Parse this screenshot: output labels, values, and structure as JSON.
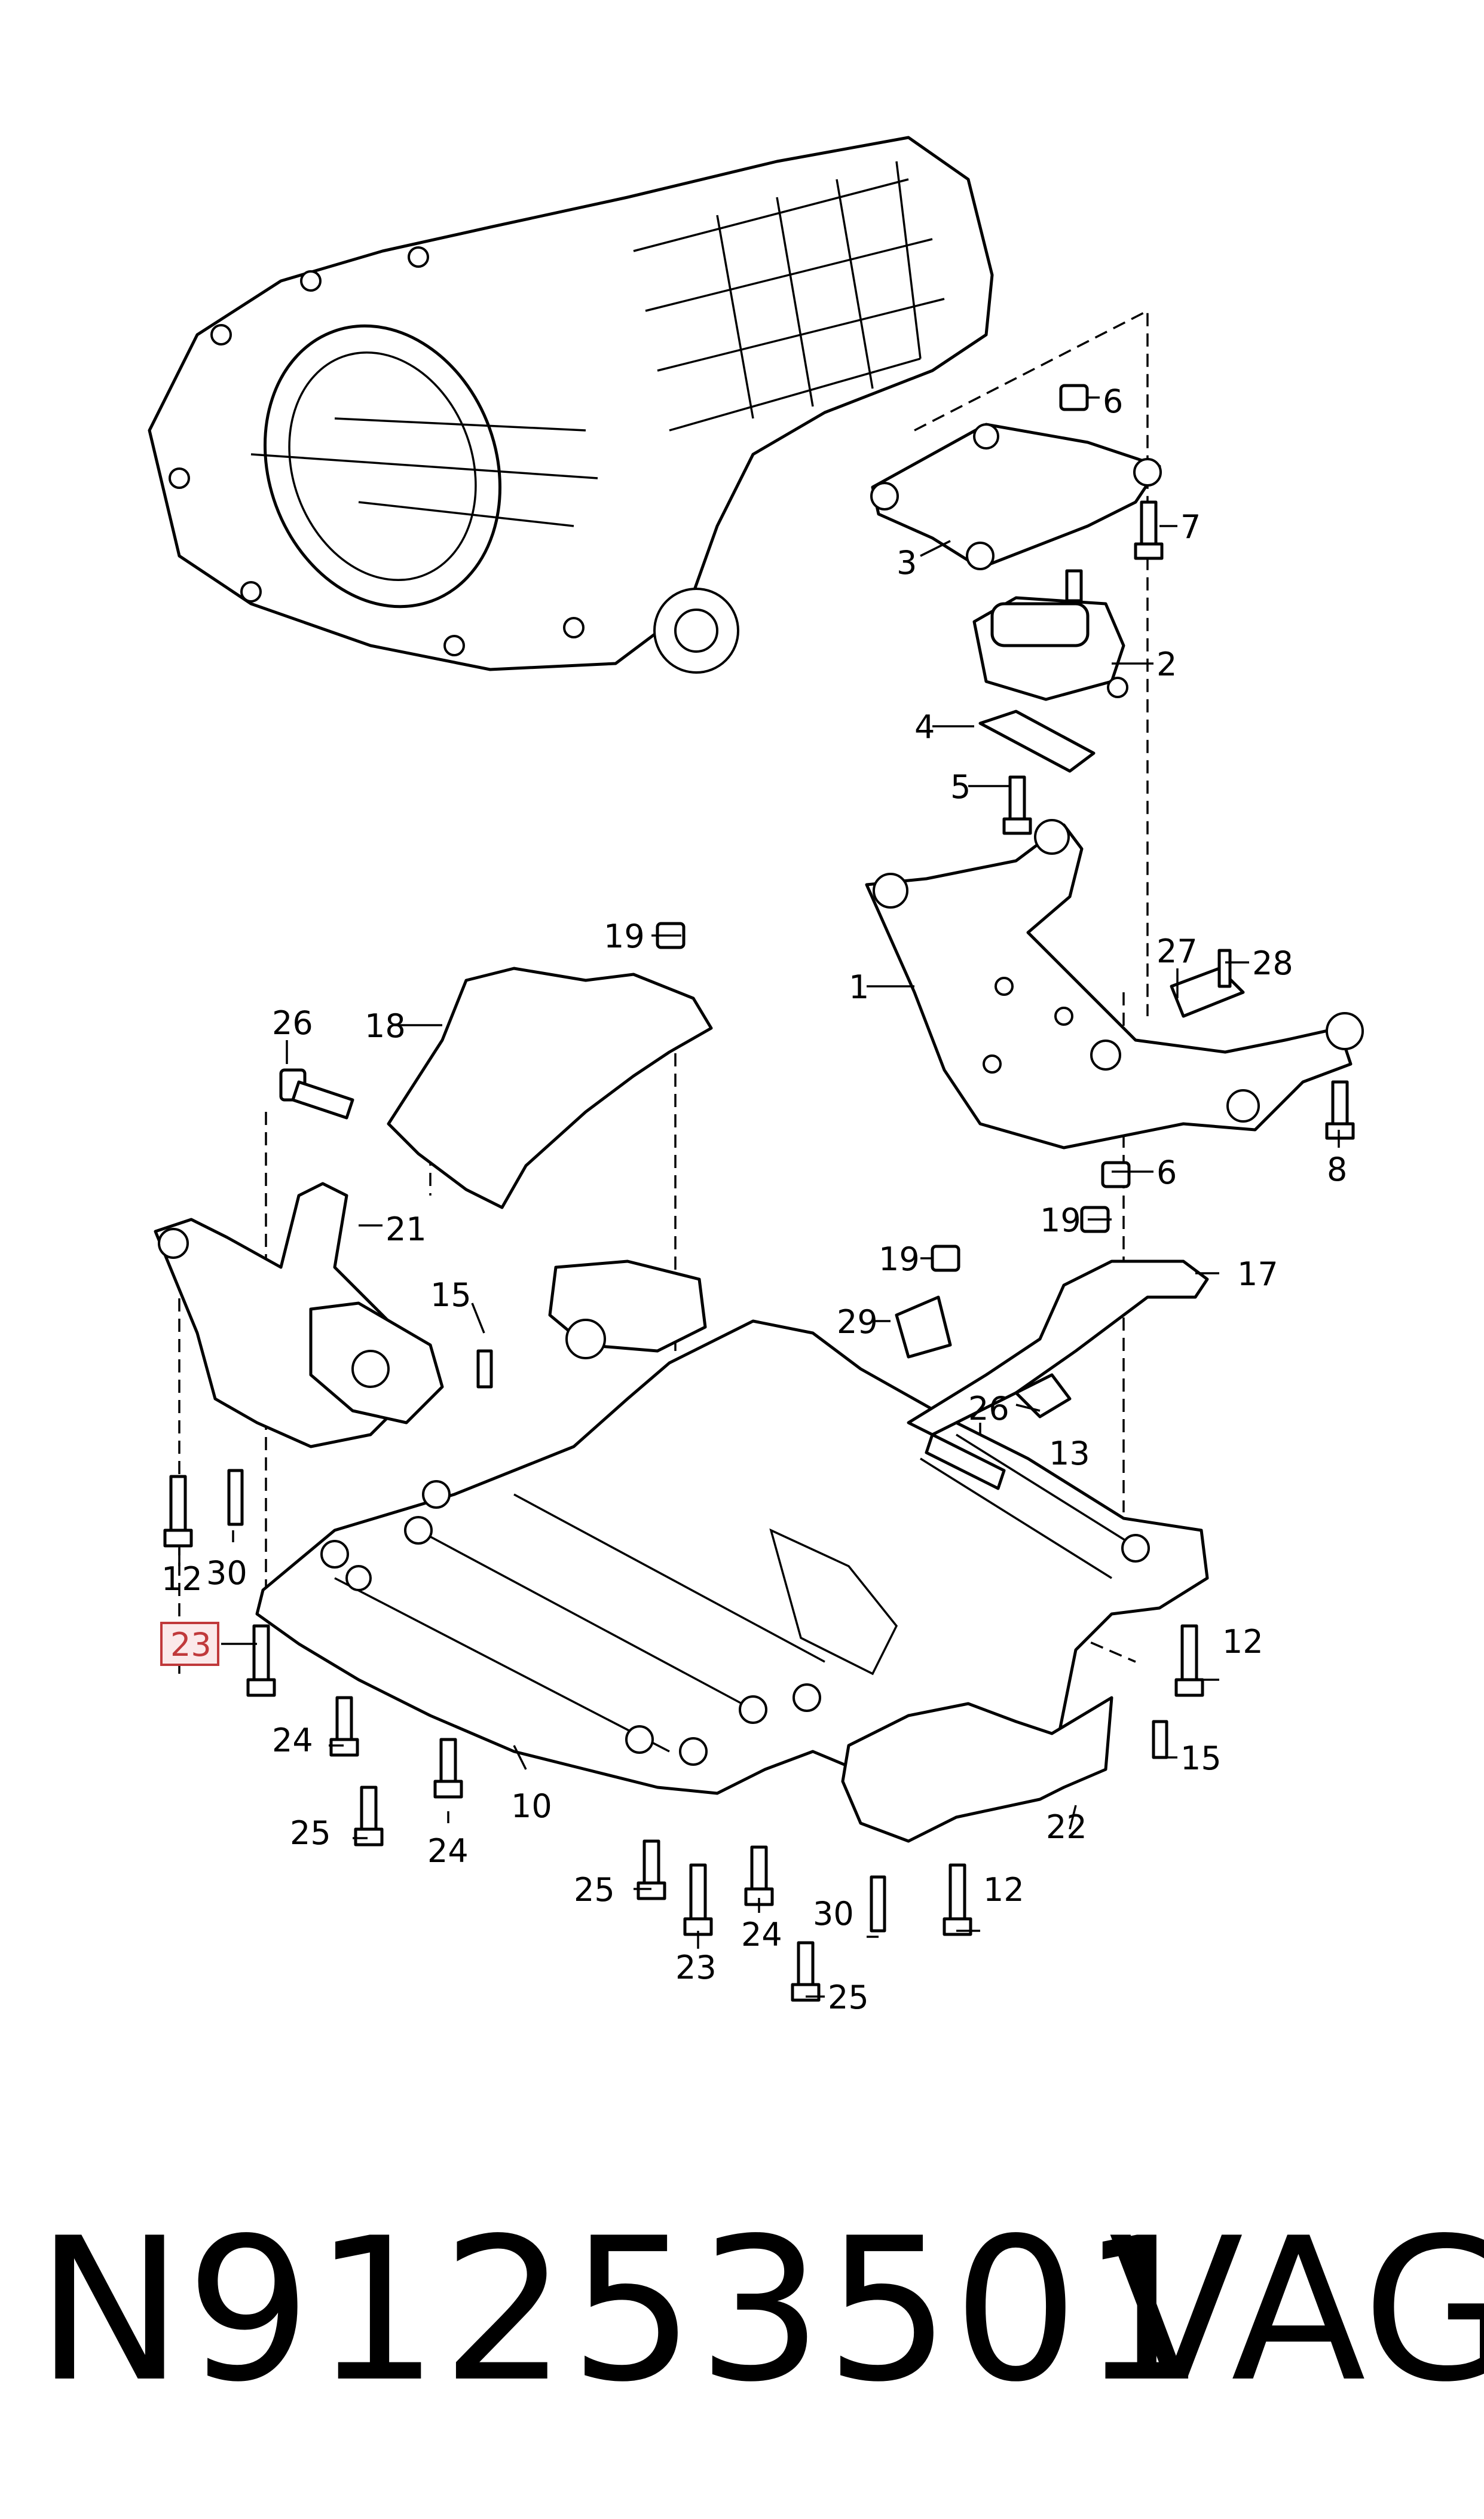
{
  "diagram": {
    "highlight_color": "#c0393b",
    "highlighted_callout": "23",
    "callouts": {
      "c1": "1",
      "c2": "2",
      "c3": "3",
      "c4": "4",
      "c5": "5",
      "c6a": "6",
      "c6b": "6",
      "c7": "7",
      "c8": "8",
      "c10": "10",
      "c12a": "12",
      "c12b": "12",
      "c12c": "12",
      "c13": "13",
      "c15a": "15",
      "c15b": "15",
      "c17": "17",
      "c18": "18",
      "c19a": "19",
      "c19b": "19",
      "c19c": "19",
      "c21": "21",
      "c22": "22",
      "c23a": "23",
      "c23b": "23",
      "c24a": "24",
      "c24b": "24",
      "c24c": "24",
      "c25a": "25",
      "c25b": "25",
      "c25c": "25",
      "c26a": "26",
      "c26b": "26",
      "c27": "27",
      "c28": "28",
      "c29": "29",
      "c30a": "30",
      "c30b": "30"
    },
    "icons": [
      "transmission-drawing",
      "subframe-drawing",
      "bolt-icon",
      "nut-icon"
    ]
  },
  "footer": {
    "part_number": "N91253501",
    "brand": "VAG"
  }
}
